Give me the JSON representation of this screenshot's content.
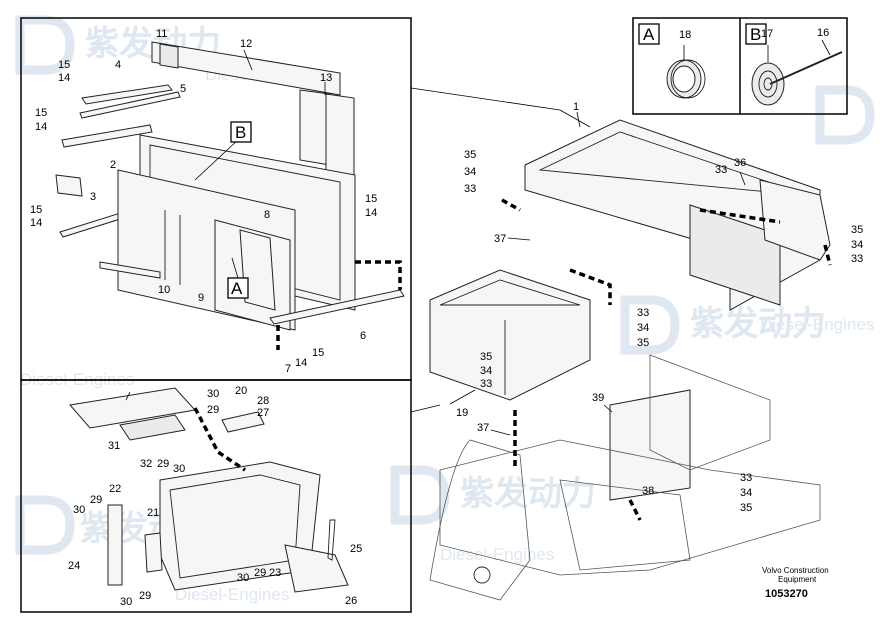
{
  "watermark": {
    "brand": "紫发动力",
    "sub": "Diesel-Engines"
  },
  "caption": {
    "line1": "Volvo Construction",
    "line2": "Equipment",
    "ref": "1053270"
  },
  "callout_boxes": {
    "a": "A",
    "b": "B",
    "inset_a": "A",
    "inset_b": "B"
  },
  "labels": {
    "n1": "1",
    "n2": "2",
    "n3": "3",
    "n4": "4",
    "n5": "5",
    "n6": "6",
    "n7": "7",
    "n8": "8",
    "n9": "9",
    "n10": "10",
    "n11": "11",
    "n12": "12",
    "n13": "13",
    "n14a": "14",
    "n14b": "14",
    "n14c": "14",
    "n14d": "14",
    "n14e": "14",
    "n15a": "15",
    "n15b": "15",
    "n15c": "15",
    "n15d": "15",
    "n15e": "15",
    "n16": "16",
    "n17": "17",
    "n18": "18",
    "n19": "19",
    "n20": "20",
    "n21": "21",
    "n22": "22",
    "n23": "23",
    "n24": "24",
    "n25": "25",
    "n26": "26",
    "n27": "27",
    "n28": "28",
    "n29a": "29",
    "n29b": "29",
    "n29c": "29",
    "n29d": "29",
    "n29e": "29",
    "n30a": "30",
    "n30b": "30",
    "n30c": "30",
    "n30d": "30",
    "n30e": "30",
    "n31": "31",
    "n32": "32",
    "n33a": "33",
    "n33b": "33",
    "n33c": "33",
    "n33d": "33",
    "n33e": "33",
    "n33f": "33",
    "n34a": "34",
    "n34b": "34",
    "n34c": "34",
    "n34d": "34",
    "n34e": "34",
    "n35a": "35",
    "n35b": "35",
    "n35c": "35",
    "n35d": "35",
    "n35e": "35",
    "n36": "36",
    "n37a": "37",
    "n37b": "37",
    "n38": "38",
    "n39": "39"
  }
}
